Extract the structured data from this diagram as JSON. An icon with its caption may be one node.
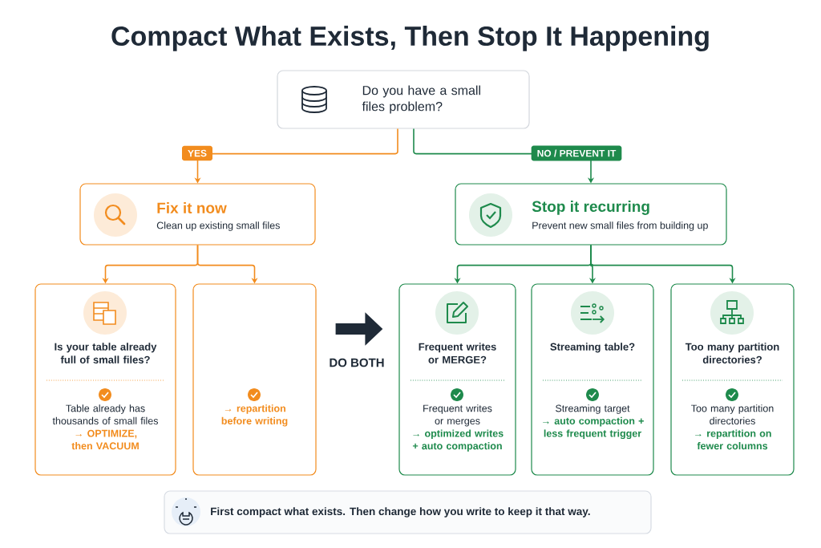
{
  "diagram": {
    "title": "Compact What Exists, Then Stop It Happening",
    "nodes": [
      {
        "text": [
          "Do you have a small files problem?"
        ]
      },
      {
        "text": [
          "Fix it now",
          "Clean up existing small files"
        ]
      },
      {
        "text": [
          "Stop it recurring",
          "Prevent new small files from building up"
        ]
      },
      {
        "text": [
          "Is your table already full of small files?",
          "Table already has thousands of small files",
          "→ OPTIMIZE, then VACUUM"
        ]
      },
      {
        "text": [
          "→ repartition before writing"
        ]
      },
      {
        "text": [
          "Frequent writes or MERGE?",
          "Frequent writes or merges",
          "→ optimized writes + auto compaction"
        ]
      },
      {
        "text": [
          "Streaming table?",
          "Streaming target",
          "→ auto compaction + less frequent trigger"
        ]
      },
      {
        "text": [
          "Too many partition directories?",
          "Too many partition directories",
          "→ repartition on fewer columns"
        ]
      },
      {
        "text": [
          "First compact what exists. Then change how you write to keep it that way."
        ]
      }
    ],
    "edges": [
      {
        "from": 0,
        "to": 1,
        "arrow": "to",
        "label": "YES",
        "color": "#f28c1e"
      },
      {
        "from": 0,
        "to": 2,
        "arrow": "to",
        "label": "NO / PREVENT IT",
        "color": "#1e8a4c"
      },
      {
        "from": 1,
        "to": 3,
        "arrow": "to",
        "color": "#f28c1e"
      },
      {
        "from": 1,
        "to": 4,
        "arrow": "to",
        "color": "#f28c1e"
      },
      {
        "from": 2,
        "to": 5,
        "arrow": "to",
        "color": "#1e8a4c"
      },
      {
        "from": 2,
        "to": 6,
        "arrow": "to",
        "color": "#1e8a4c"
      },
      {
        "from": 2,
        "to": 7,
        "arrow": "to",
        "color": "#1e8a4c"
      },
      {
        "from": 4,
        "to": 5,
        "arrow": "to",
        "label": "DO BOTH",
        "style": "thick",
        "color": "#1f2a37"
      }
    ]
  }
}
